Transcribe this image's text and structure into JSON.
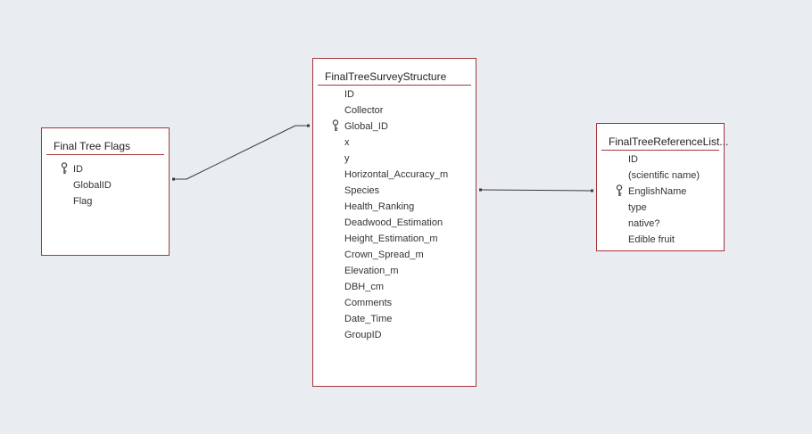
{
  "tables": {
    "flags": {
      "title": "Final Tree Flags",
      "fields": [
        {
          "name": "ID",
          "primary_key": true
        },
        {
          "name": "GlobalID",
          "primary_key": false
        },
        {
          "name": "Flag",
          "primary_key": false
        }
      ]
    },
    "survey": {
      "title": "FinalTreeSurveyStructure",
      "fields": [
        {
          "name": "ID",
          "primary_key": false
        },
        {
          "name": "Collector",
          "primary_key": false
        },
        {
          "name": "Global_ID",
          "primary_key": true
        },
        {
          "name": "x",
          "primary_key": false
        },
        {
          "name": "y",
          "primary_key": false
        },
        {
          "name": "Horizontal_Accuracy_m",
          "primary_key": false
        },
        {
          "name": "Species",
          "primary_key": false
        },
        {
          "name": "Health_Ranking",
          "primary_key": false
        },
        {
          "name": "Deadwood_Estimation",
          "primary_key": false
        },
        {
          "name": "Height_Estimation_m",
          "primary_key": false
        },
        {
          "name": "Crown_Spread_m",
          "primary_key": false
        },
        {
          "name": "Elevation_m",
          "primary_key": false
        },
        {
          "name": "DBH_cm",
          "primary_key": false
        },
        {
          "name": "Comments",
          "primary_key": false
        },
        {
          "name": "Date_Time",
          "primary_key": false
        },
        {
          "name": "GroupID",
          "primary_key": false
        }
      ]
    },
    "reference": {
      "title": "FinalTreeReferenceList...",
      "fields": [
        {
          "name": "ID",
          "primary_key": false
        },
        {
          "name": "(scientific name)",
          "primary_key": false
        },
        {
          "name": "EnglishName",
          "primary_key": true
        },
        {
          "name": "type",
          "primary_key": false
        },
        {
          "name": "native?",
          "primary_key": false
        },
        {
          "name": "Edible fruit",
          "primary_key": false
        }
      ]
    }
  },
  "relationships": [
    {
      "from_table": "Final Tree Flags",
      "from_field": "GlobalID",
      "to_table": "FinalTreeSurveyStructure",
      "to_field": "Global_ID"
    },
    {
      "from_table": "FinalTreeSurveyStructure",
      "from_field": "Species",
      "to_table": "FinalTreeReferenceList...",
      "to_field": "EnglishName"
    }
  ],
  "colors": {
    "canvas": "#e9edf1",
    "table_border": "#a4373a",
    "line": "#3a3a3a"
  },
  "icons": {
    "primary_key": "key-icon"
  }
}
